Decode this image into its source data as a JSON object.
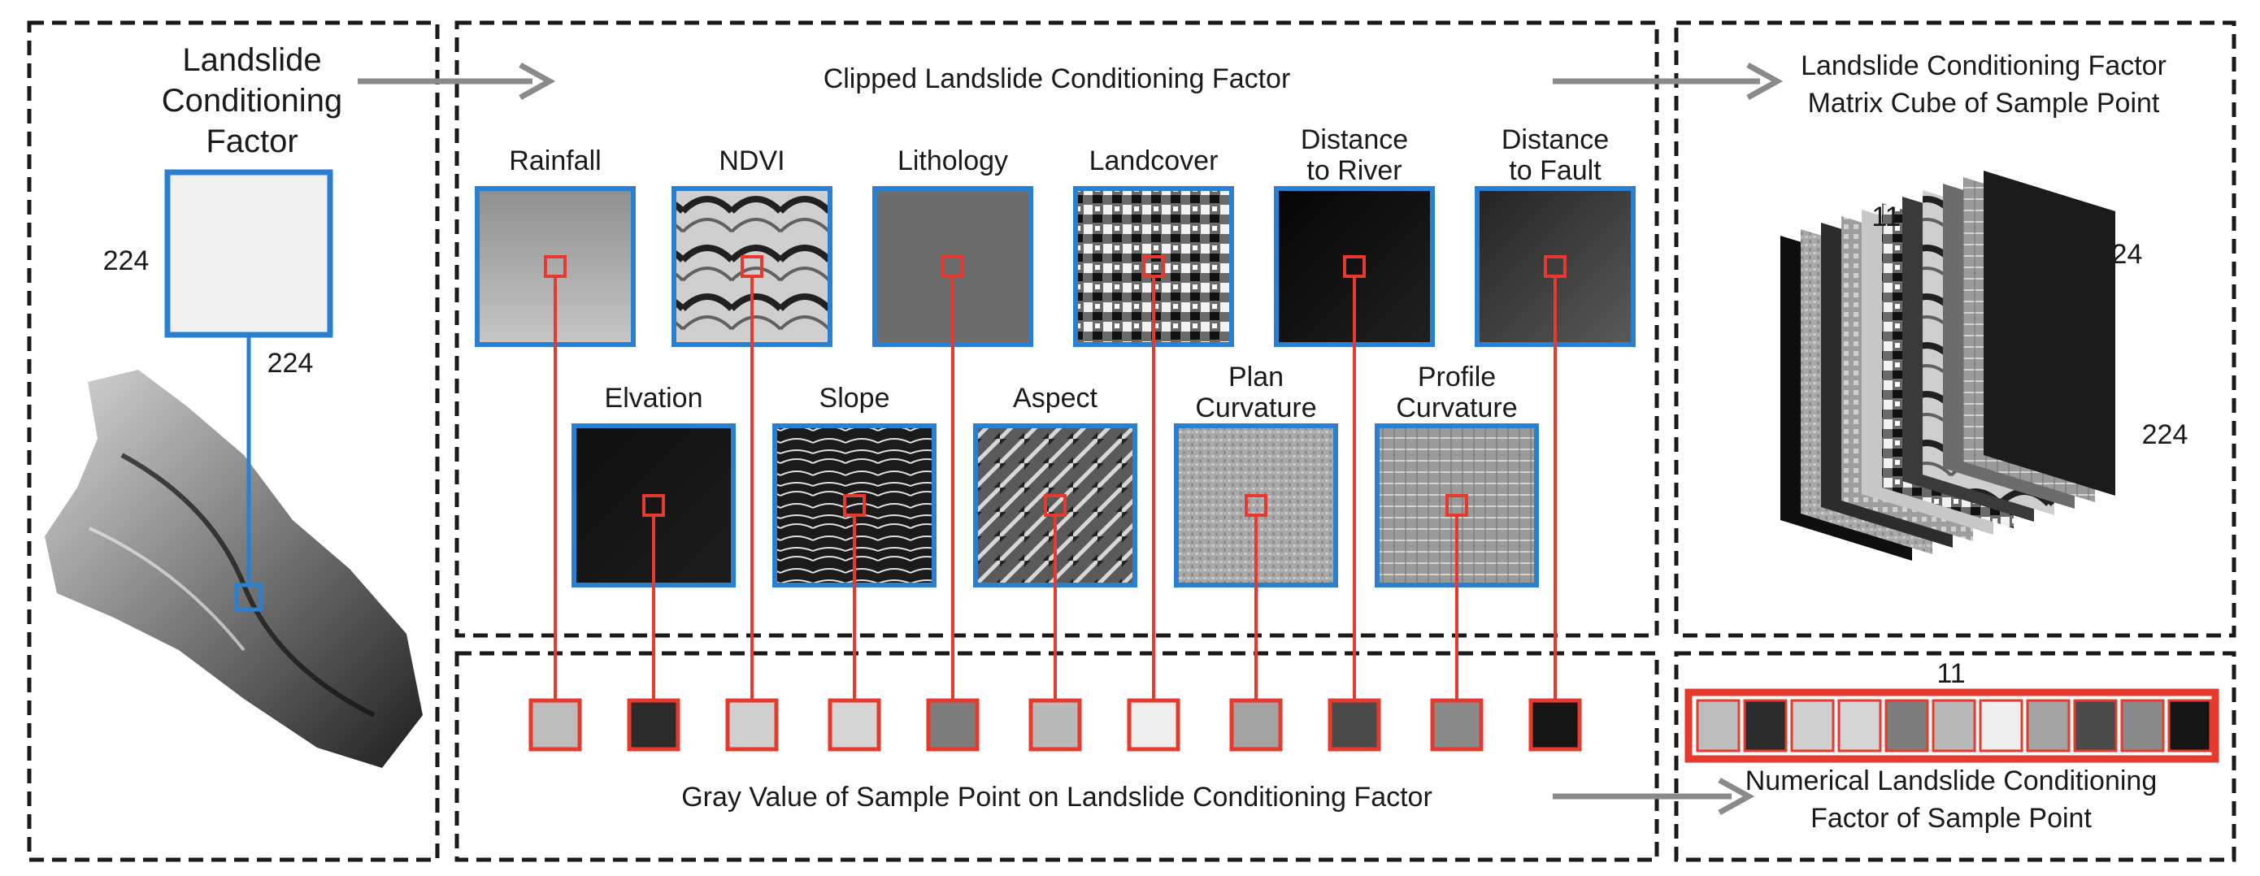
{
  "colors": {
    "accent_red": "#e63a2e",
    "accent_blue": "#2a7fd0",
    "arrow_gray": "#8a8a8a",
    "frame_dash": "#1a1a1a"
  },
  "left_panel": {
    "title_line1": "Landslide",
    "title_line2": "Conditioning",
    "title_line3": "Factor",
    "height_label": "224",
    "width_label": "224"
  },
  "center_panel": {
    "title": "Clipped Landslide Conditioning Factor",
    "factors_row1": [
      {
        "line1": "Rainfall",
        "line2": ""
      },
      {
        "line1": "NDVI",
        "line2": ""
      },
      {
        "line1": "Lithology",
        "line2": ""
      },
      {
        "line1": "Landcover",
        "line2": ""
      },
      {
        "line1": "Distance",
        "line2": "to River"
      },
      {
        "line1": "Distance",
        "line2": "to Fault"
      }
    ],
    "factors_row2": [
      {
        "line1": "Elvation",
        "line2": ""
      },
      {
        "line1": "Slope",
        "line2": ""
      },
      {
        "line1": "Aspect",
        "line2": ""
      },
      {
        "line1": "Plan",
        "line2": "Curvature"
      },
      {
        "line1": "Profile",
        "line2": "Curvature"
      }
    ]
  },
  "right_panel": {
    "title_line1": "Landslide Conditioning Factor",
    "title_line2": "Matrix Cube of Sample Point",
    "depth_label": "11",
    "width_label": "224",
    "height_label": "224"
  },
  "bottom_center": {
    "caption": "Gray Value of Sample Point on Landslide Conditioning Factor",
    "gray_values": [
      "#bdbdbd",
      "#2b2b2b",
      "#cfcfcf",
      "#d6d6d6",
      "#7d7d7d",
      "#b9b9b9",
      "#eeeeee",
      "#a3a3a3",
      "#4a4a4a",
      "#8a8a8a",
      "#151515"
    ]
  },
  "bottom_right": {
    "count_label": "11",
    "caption_line1": "Numerical Landslide Conditioning",
    "caption_line2": "Factor of Sample Point"
  }
}
